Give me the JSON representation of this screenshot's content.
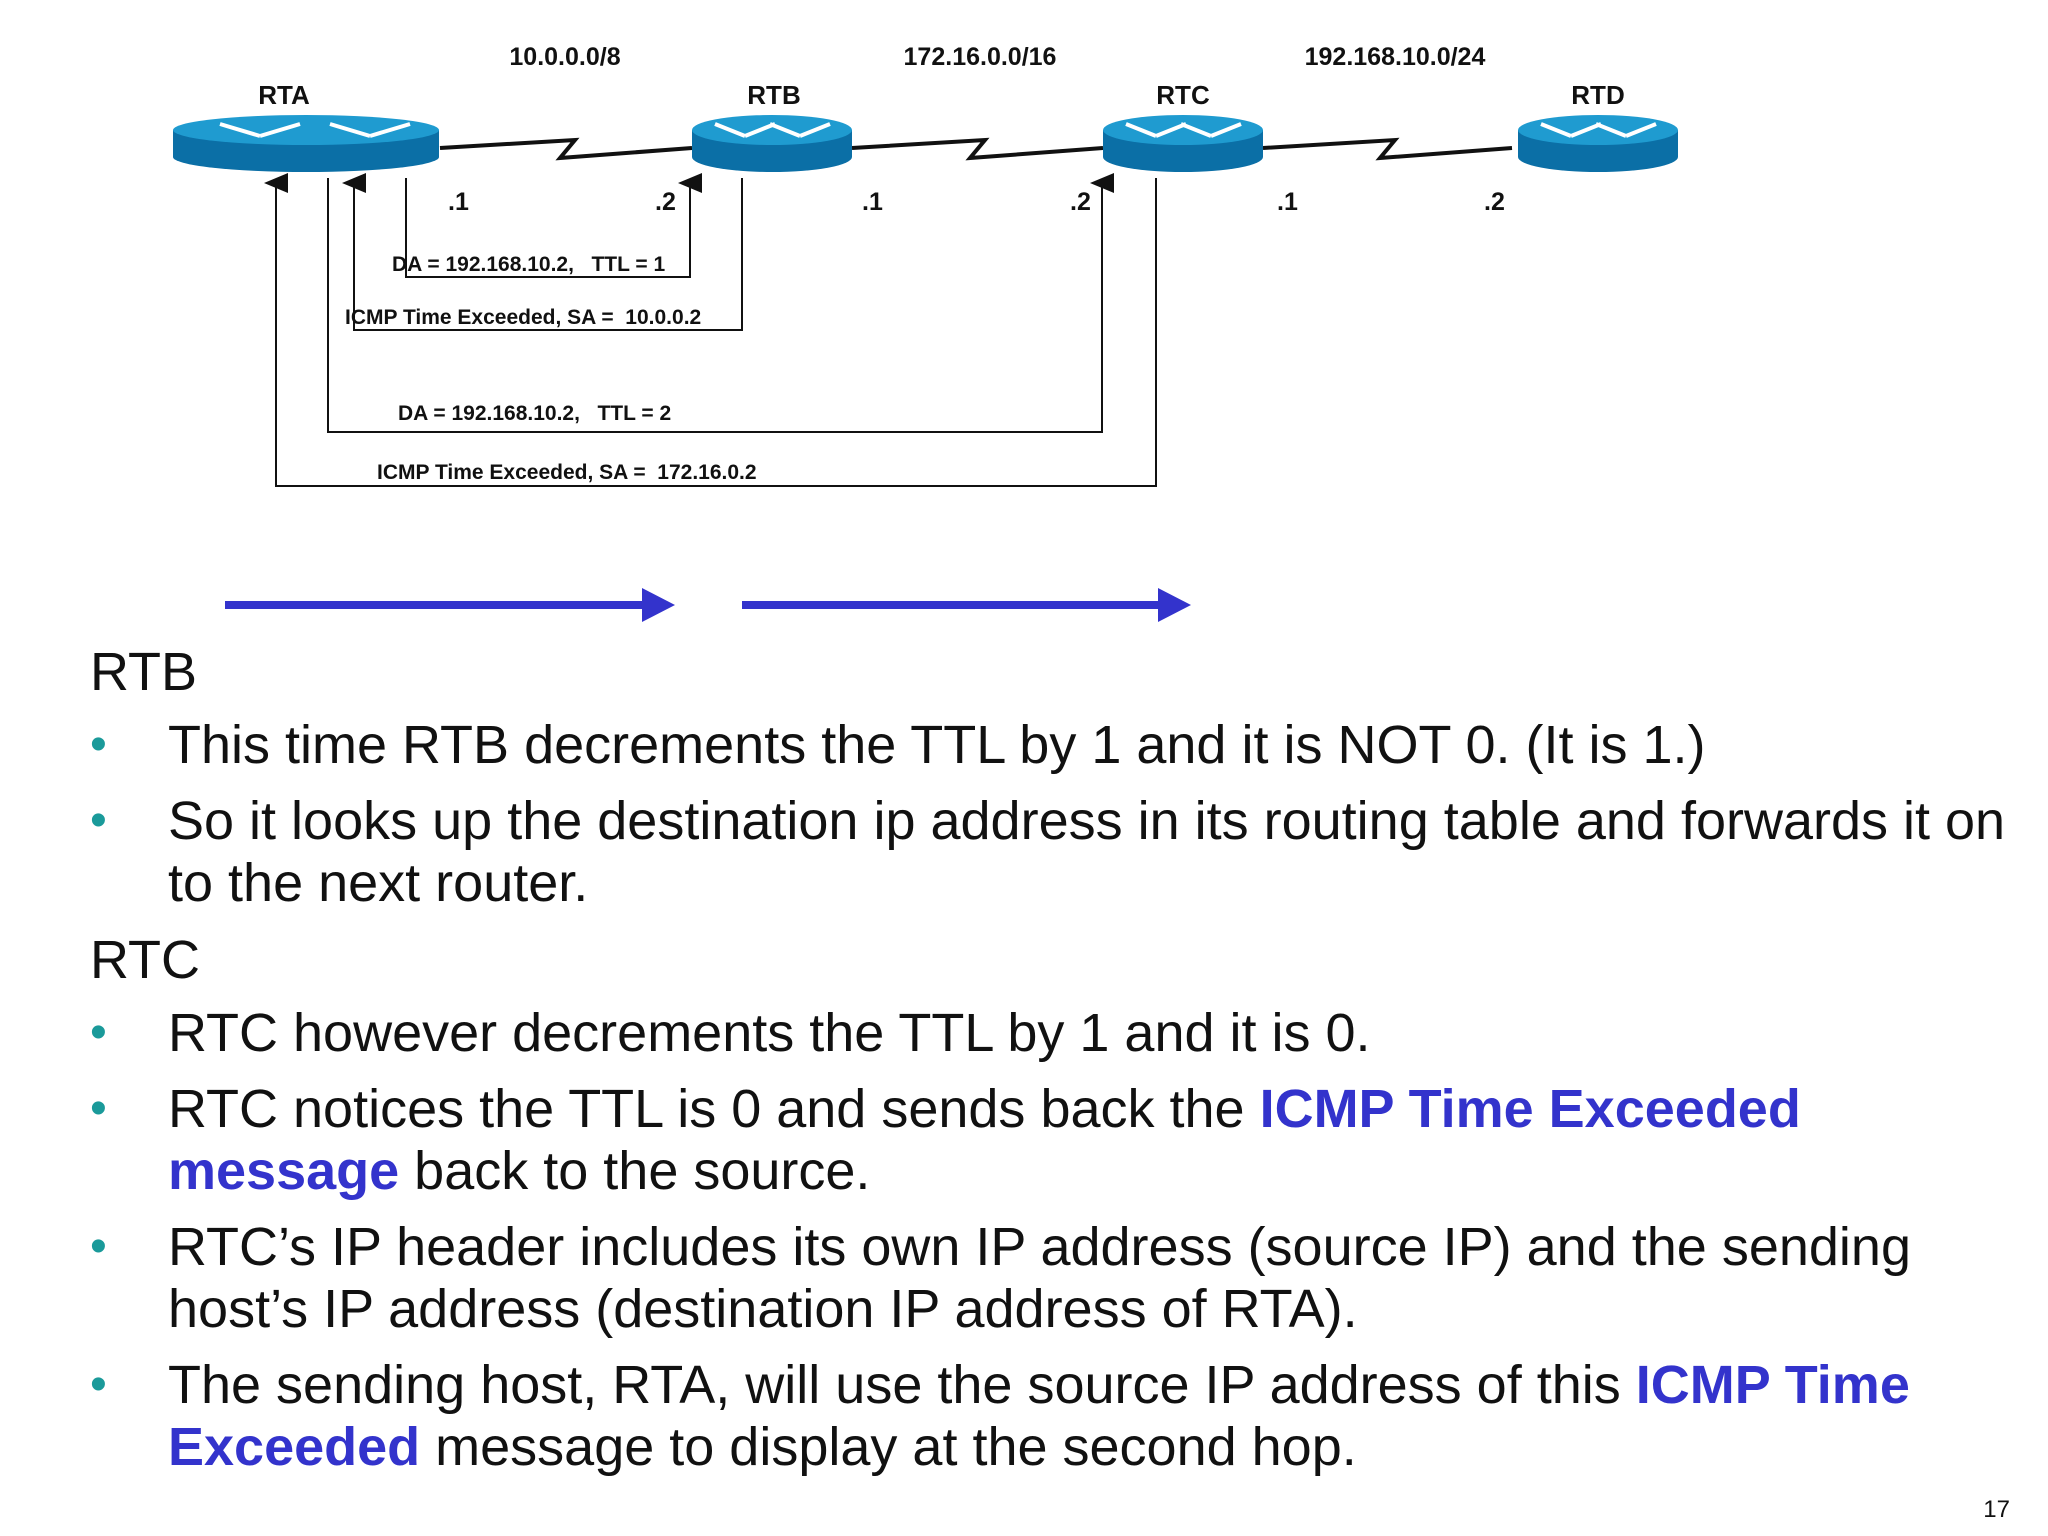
{
  "diagram": {
    "networks": [
      "10.0.0.0/8",
      "172.16.0.0/16",
      "192.168.10.0/24"
    ],
    "routers": [
      "RTA",
      "RTB",
      "RTC",
      "RTD"
    ],
    "interfaces": [
      ".1",
      ".2",
      ".1",
      ".2",
      ".1",
      ".2"
    ],
    "packets": [
      "DA = 192.168.10.2,   TTL = 1",
      "ICMP Time Exceeded, SA =  10.0.0.2",
      "DA = 192.168.10.2,   TTL = 2",
      "ICMP Time Exceeded, SA =  172.16.0.2"
    ],
    "colors": {
      "router": "#1f9bd0",
      "router_dark": "#0b6fa6",
      "arrow": "#3333cc",
      "bullet": "#1a9a9a",
      "highlight": "#3333cc"
    }
  },
  "sections": [
    {
      "heading": "RTB",
      "bullets": [
        {
          "parts": [
            {
              "text": "This time RTB decrements the TTL by 1 and it is NOT 0.  (It is 1.)"
            }
          ]
        },
        {
          "parts": [
            {
              "text": "So it looks up the destination ip address in its routing table and forwards it on to the next router."
            }
          ]
        }
      ]
    },
    {
      "heading": "RTC",
      "bullets": [
        {
          "parts": [
            {
              "text": "RTC however decrements the TTL by 1 and it is 0."
            }
          ]
        },
        {
          "parts": [
            {
              "text": "RTC notices the TTL is 0 and sends back the "
            },
            {
              "text": "ICMP Time Exceeded message",
              "hl": true
            },
            {
              "text": " back to the source."
            }
          ]
        },
        {
          "parts": [
            {
              "text": "RTC’s IP header includes its own IP address (source IP) and the sending host’s IP address (destination IP address of RTA)."
            }
          ]
        },
        {
          "parts": [
            {
              "text": "The sending host, RTA, will use the source IP address of this "
            },
            {
              "text": "ICMP Time Exceeded",
              "hl": true
            },
            {
              "text": " message to display at the second hop."
            }
          ]
        }
      ]
    }
  ],
  "footer": {
    "slide_number": "17"
  }
}
